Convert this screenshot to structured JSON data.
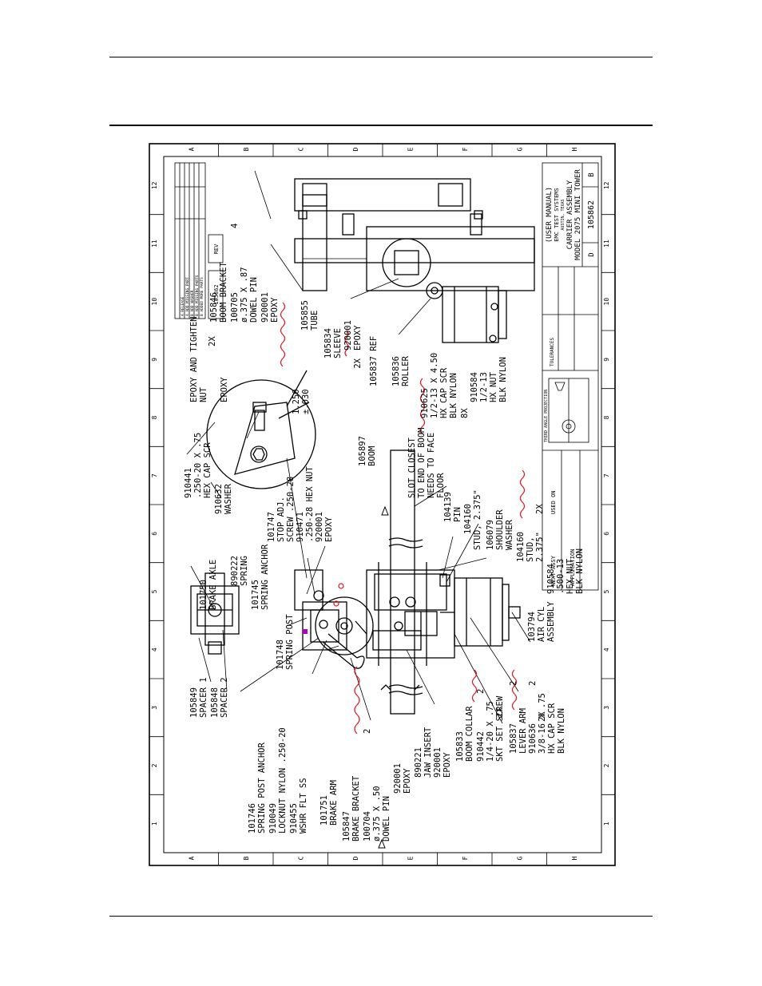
{
  "colors": {
    "ink": "#000000",
    "accent": "#e0161e",
    "paper": "#ffffff",
    "highlight": "#b000c0"
  },
  "grid": {
    "numbers": [
      "1",
      "2",
      "3",
      "4",
      "5",
      "6",
      "7",
      "8",
      "9",
      "10",
      "11",
      "12"
    ],
    "letters": [
      "A",
      "B",
      "C",
      "D",
      "E",
      "F",
      "G",
      "H"
    ]
  },
  "title_block": {
    "company": "EMC TEST SYSTEMS",
    "city": "AUSTIN, TEXAS",
    "title1": "CARRIER ASSEMBLY",
    "title2": "MODEL 2075 MINI TOWER",
    "note": "(USER MANUAL)",
    "dwg_no": "105862",
    "rev": "B",
    "size": "D",
    "tolerances": "TOLERANCES",
    "projection": "THIRD ANGLE PROJECTION",
    "next_assy": "NEXT ASSY",
    "used_on": "USED ON",
    "application": "APPLICATION"
  },
  "revision_block": {
    "dwg_no": "105862",
    "rev_label": "REV",
    "rows": [
      "A  RELEASE",
      "A  ADD MISSING PART",
      "B  ADD WASHER",
      "B  ADD MISSING PARTS",
      "B  ADDED MORE PARTS"
    ]
  },
  "callouts": {
    "spacer1": [
      "105849",
      "SPACER 1"
    ],
    "spacer2": [
      "105848",
      "SPACER 2"
    ],
    "brake_axle": [
      "101750",
      "BRAKE AXLE"
    ],
    "hex_cap": [
      "910441",
      ".250-20 X .75",
      "HEX CAP SCR"
    ],
    "washer": [
      "910632",
      "WASHER"
    ],
    "spring": [
      "890222",
      "SPRING"
    ],
    "spring_anchor": [
      "101745",
      "SPRING ANCHOR"
    ],
    "spring_post": [
      "101748",
      "SPRING POST"
    ],
    "stop_adj": [
      "101747",
      "STOP ADJ.",
      "SCREW .250-28"
    ],
    "hex_nut": [
      "910471",
      ".250-28 HEX NUT"
    ],
    "epoxy_a": [
      "920001",
      "EPOXY"
    ],
    "spring_post_anchor": [
      "101746",
      "SPRING POST ANCHOR"
    ],
    "locknut": [
      "910049",
      "LOCKNUT NYLON .250-20"
    ],
    "wshr": [
      "910455",
      "WSHR FLT SS"
    ],
    "brake_arm": [
      "101751",
      "BRAKE ARM"
    ],
    "brake_bracket": [
      "105847",
      "BRAKE BRACKET"
    ],
    "dowel_pin_2": [
      "100704",
      "ø.375 X .50",
      "DOWEL PIN"
    ],
    "epoxy_b": [
      "920001",
      "EPOXY"
    ],
    "jaw_insert": [
      "890221",
      "JAW INSERT"
    ],
    "epoxy_c": [
      "920001",
      "EPOXY"
    ],
    "boom_collar": [
      "105833",
      "BOOM COLLAR"
    ],
    "set_screw": [
      "910442",
      "1/4-20 X .75",
      "SKT SET SCREW"
    ],
    "lever_arm": [
      "105837",
      "LEVER ARM"
    ],
    "hx_cap_38": [
      "910636",
      "3/8-16 X .75",
      "HX CAP SCR",
      "BLK NYLON"
    ],
    "air_cyl": [
      "103794",
      "AIR CYL",
      "ASSEMBLY"
    ],
    "pin": [
      "104139",
      "PIN"
    ],
    "stud_a": [
      "104160",
      "STUD, 2.375\""
    ],
    "shoulder": [
      "106079",
      "SHOULDER",
      "WASHER"
    ],
    "stud_b": [
      "104160",
      "STUD,",
      "2.375\""
    ],
    "hex_nut_500": [
      "910584",
      ".500-13",
      "HEX NUT",
      "BLK NYLON"
    ],
    "slot_note": [
      "SLOT CLOSEST",
      "TO END OF BOOM",
      "NEEDS TO FACE",
      "FLOOR"
    ],
    "boom": [
      "105897",
      "BOOM"
    ],
    "detail_epoxy_tighten": [
      "EPOXY AND TIGHTEN",
      "NUT"
    ],
    "detail_epoxy": "EPOXY",
    "detail_dim": [
      "1.250",
      "±.030"
    ],
    "boom_bracket": [
      "105846",
      "BOOM BRACKET"
    ],
    "dowel_pin_1": [
      "100705",
      "ø.375 X .87",
      "DOWEL PIN"
    ],
    "epoxy_d": [
      "920001",
      "EPOXY"
    ],
    "tube": [
      "105855",
      "TUBE"
    ],
    "sleeve": [
      "105834",
      "SLEEVE"
    ],
    "epoxy_e": [
      "920001",
      "EPOXY"
    ],
    "ref": "105837 REF",
    "roller": [
      "105836",
      "ROLLER"
    ],
    "hx_cap_12": [
      "910625",
      "1/2-13 X 4.50",
      "HX CAP SCR",
      "BLK NYLON"
    ],
    "hx_nut_12": [
      "910584",
      "1/2-13",
      "HX NUT",
      "BLK NYLON"
    ]
  },
  "qty": {
    "x2": "2X",
    "x8": "8X",
    "n2": "2",
    "n4": "4"
  }
}
